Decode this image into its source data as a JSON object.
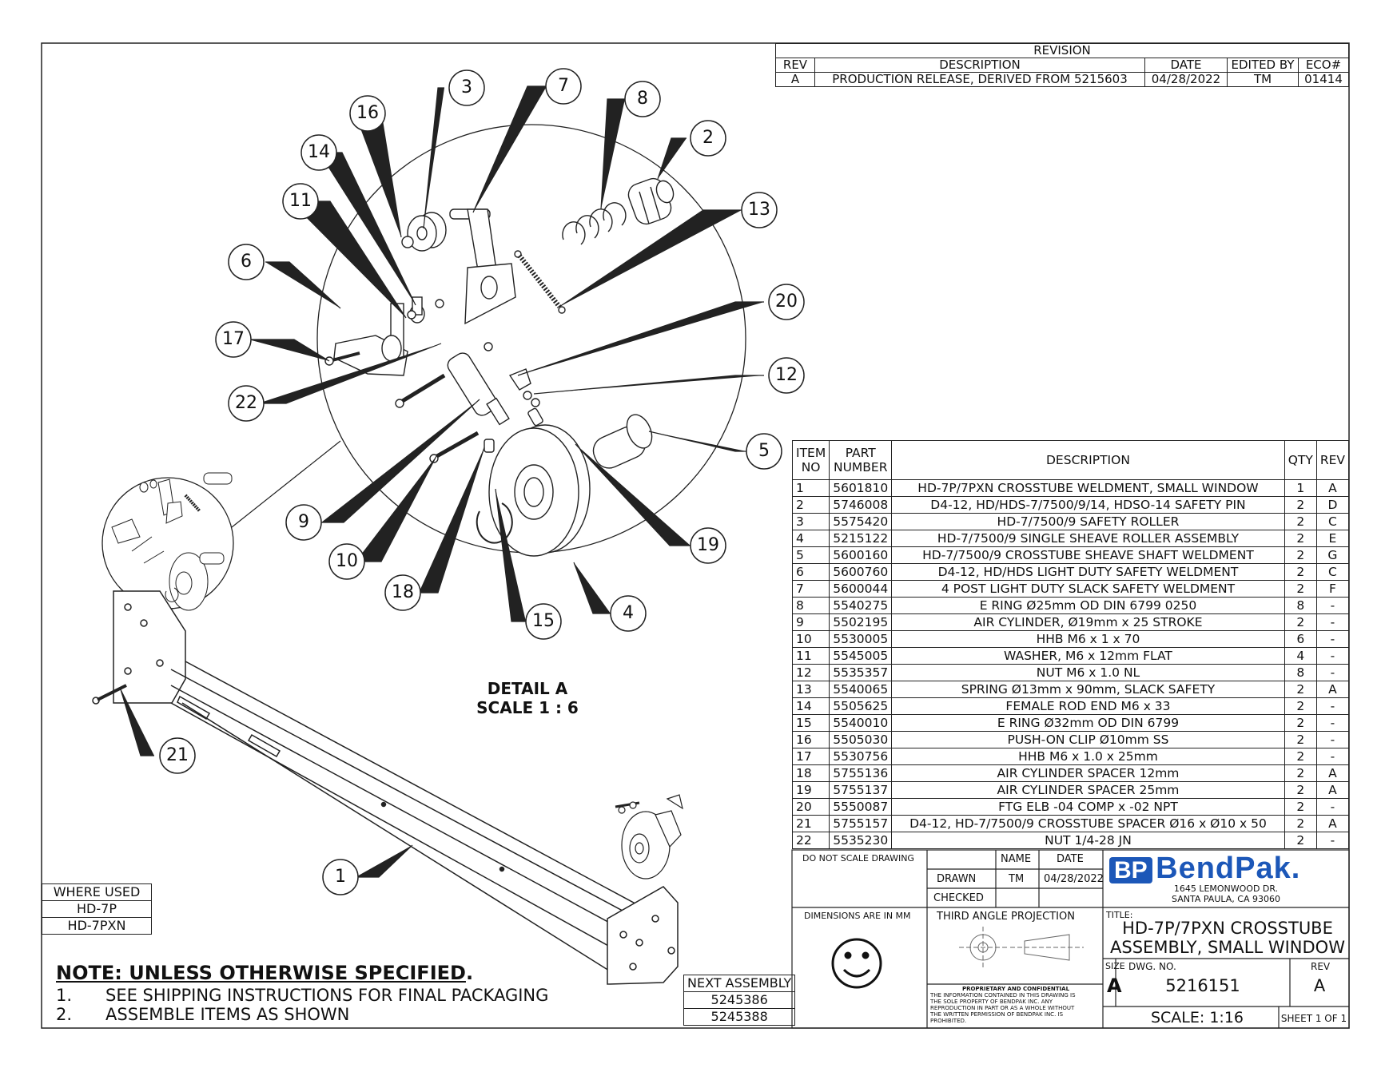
{
  "revision": {
    "title": "REVISION",
    "headers": [
      "REV",
      "DESCRIPTION",
      "DATE",
      "EDITED BY",
      "ECO#"
    ],
    "rows": [
      [
        "A",
        "PRODUCTION RELEASE, DERIVED FROM 5215603",
        "04/28/2022",
        "TM",
        "01414"
      ]
    ]
  },
  "bom": {
    "headers": {
      "item": "ITEM NO",
      "part": "PART NUMBER",
      "desc": "DESCRIPTION",
      "qty": "QTY",
      "rev": "REV"
    },
    "rows": [
      [
        "1",
        "5601810",
        "HD-7P/7PXN CROSSTUBE WELDMENT, SMALL WINDOW",
        "1",
        "A"
      ],
      [
        "2",
        "5746008",
        "D4-12, HD/HDS-7/7500/9/14, HDSO-14 SAFETY PIN",
        "2",
        "D"
      ],
      [
        "3",
        "5575420",
        "HD-7/7500/9 SAFETY ROLLER",
        "2",
        "C"
      ],
      [
        "4",
        "5215122",
        "HD-7/7500/9 SINGLE SHEAVE ROLLER ASSEMBLY",
        "2",
        "E"
      ],
      [
        "5",
        "5600160",
        "HD-7/7500/9 CROSSTUBE SHEAVE SHAFT WELDMENT",
        "2",
        "G"
      ],
      [
        "6",
        "5600760",
        "D4-12, HD/HDS LIGHT DUTY SAFETY WELDMENT",
        "2",
        "C"
      ],
      [
        "7",
        "5600044",
        "4 POST LIGHT DUTY SLACK SAFETY WELDMENT",
        "2",
        "F"
      ],
      [
        "8",
        "5540275",
        "E RING Ø25mm OD DIN 6799 0250",
        "8",
        "-"
      ],
      [
        "9",
        "5502195",
        "AIR CYLINDER, Ø19mm x 25 STROKE",
        "2",
        "-"
      ],
      [
        "10",
        "5530005",
        "HHB M6 x 1 x 70",
        "6",
        "-"
      ],
      [
        "11",
        "5545005",
        "WASHER, M6 x 12mm FLAT",
        "4",
        "-"
      ],
      [
        "12",
        "5535357",
        "NUT M6 x 1.0 NL",
        "8",
        "-"
      ],
      [
        "13",
        "5540065",
        "SPRING Ø13mm x 90mm, SLACK SAFETY",
        "2",
        "A"
      ],
      [
        "14",
        "5505625",
        "FEMALE ROD END M6 x 33",
        "2",
        "-"
      ],
      [
        "15",
        "5540010",
        "E RING Ø32mm OD DIN 6799",
        "2",
        "-"
      ],
      [
        "16",
        "5505030",
        "PUSH-ON CLIP Ø10mm SS",
        "2",
        "-"
      ],
      [
        "17",
        "5530756",
        "HHB M6 x 1.0 x 25mm",
        "2",
        "-"
      ],
      [
        "18",
        "5755136",
        "AIR CYLINDER SPACER 12mm",
        "2",
        "A"
      ],
      [
        "19",
        "5755137",
        "AIR CYLINDER SPACER 25mm",
        "2",
        "A"
      ],
      [
        "20",
        "5550087",
        "FTG ELB -04 COMP x -02 NPT",
        "2",
        "-"
      ],
      [
        "21",
        "5755157",
        "D4-12, HD-7/7500/9 CROSSTUBE SPACER  Ø16 x Ø10 x 50",
        "2",
        "A"
      ],
      [
        "22",
        "5535230",
        "NUT 1/4-28 JN",
        "2",
        "-"
      ]
    ]
  },
  "detail": {
    "line1": "DETAIL A",
    "line2": "SCALE 1 : 6"
  },
  "balloons": [
    "1",
    "2",
    "3",
    "4",
    "5",
    "6",
    "7",
    "8",
    "9",
    "10",
    "11",
    "12",
    "13",
    "14",
    "15",
    "16",
    "17",
    "18",
    "19",
    "20",
    "21",
    "22"
  ],
  "where_used": {
    "title": "WHERE USED",
    "items": [
      "HD-7P",
      "HD-7PXN"
    ]
  },
  "next_assembly": {
    "title": "NEXT ASSEMBLY",
    "items": [
      "5245386",
      "5245388"
    ]
  },
  "notes": {
    "title": "NOTE: UNLESS OTHERWISE SPECIFIED",
    "title_suffix": ".",
    "items": [
      {
        "num": "1.",
        "text": "SEE SHIPPING INSTRUCTIONS FOR FINAL PACKAGING"
      },
      {
        "num": "2.",
        "text": "ASSEMBLE ITEMS AS SHOWN"
      }
    ]
  },
  "title_block": {
    "do_not_scale": "DO NOT SCALE DRAWING",
    "name_label": "NAME",
    "date_label": "DATE",
    "drawn_label": "DRAWN",
    "drawn_name": "TM",
    "drawn_date": "04/28/2022",
    "checked_label": "CHECKED",
    "dimensions": "DIMENSIONS ARE IN MM",
    "projection": "THIRD ANGLE PROJECTION",
    "prop_title": "PROPRIETARY AND CONFIDENTIAL",
    "prop_lines": [
      "THE INFORMATION CONTAINED IN THIS DRAWING IS",
      "THE SOLE PROPERTY OF BENDPAK INC. ANY",
      "REPRODUCTION IN PART OR AS A WHOLE WITHOUT",
      "THE WRITTEN PERMISSION OF BENDPAK INC. IS",
      "PROHIBITED."
    ],
    "logo_bp": "BP",
    "logo_name": "BendPak",
    "logo_dot": ".",
    "address1": "1645 LEMONWOOD DR.",
    "address2": "SANTA PAULA, CA 93060",
    "title_label": "TITLE:",
    "title_line1": "HD-7P/7PXN CROSSTUBE",
    "title_line2": "ASSEMBLY, SMALL WINDOW",
    "size_label": "SIZE",
    "size_value": "A",
    "dwg_label": "DWG.  NO.",
    "dwg_value": "5216151",
    "rev_label": "REV",
    "rev_value": "A",
    "scale": "SCALE: 1:16",
    "sheet": "SHEET 1 OF 1"
  },
  "colors": {
    "brand": "#1c57b8",
    "line": "#222222"
  }
}
